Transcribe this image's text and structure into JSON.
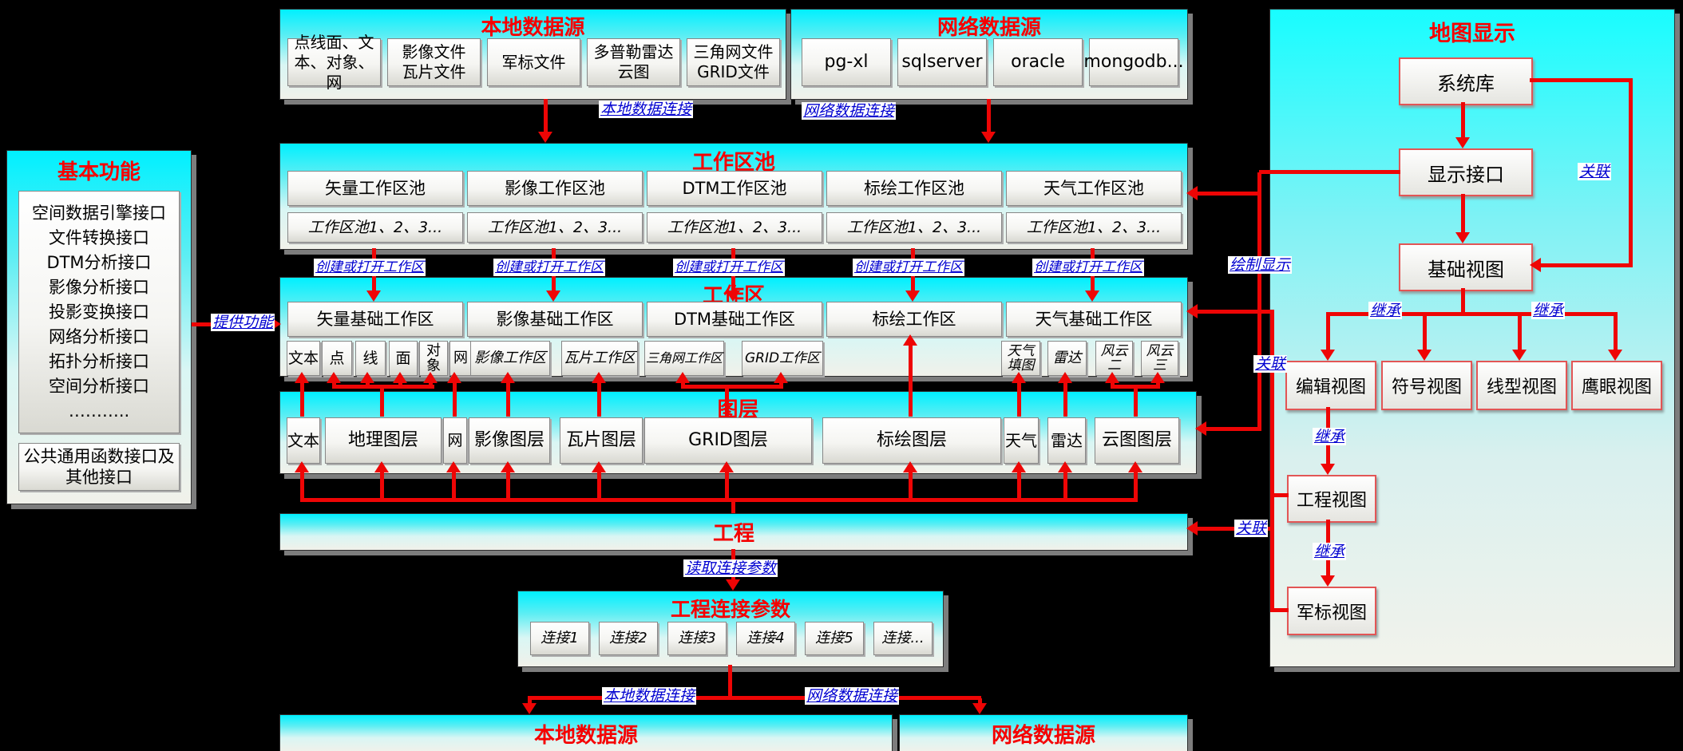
{
  "colors": {
    "accent_red": "#f50000",
    "label_blue": "#0000d0",
    "line_red": "#ee0505"
  },
  "basic_functions": {
    "title": "基本功能",
    "interfaces": [
      "空间数据引擎接口",
      "文件转换接口",
      "DTM分析接口",
      "影像分析接口",
      "投影变换接口",
      "网络分析接口",
      "拓扑分析接口",
      "空间分析接口",
      "……….."
    ],
    "footer": "公共通用函数接口及\n其他接口"
  },
  "local_source": {
    "title": "本地数据源",
    "items": [
      "点线面、文\n本、对象、网",
      "影像文件\n瓦片文件",
      "军标文件",
      "多普勒雷达\n云图",
      "三角网文件\nGRID文件"
    ]
  },
  "network_source": {
    "title": "网络数据源",
    "items": [
      "pg-xl",
      "sqlserver",
      "oracle",
      "mongodb..."
    ]
  },
  "workspace_pool": {
    "title": "工作区池",
    "pools": [
      "矢量工作区池",
      "影像工作区池",
      "DTM工作区池",
      "标绘工作区池",
      "天气工作区池"
    ],
    "instances": [
      "工作区池1、2、3...",
      "工作区池1、2、3...",
      "工作区池1、2、3...",
      "工作区池1、2、3...",
      "工作区池1、2、3..."
    ]
  },
  "workspace": {
    "title": "工作区",
    "areas": [
      "矢量基础工作区",
      "影像基础工作区",
      "DTM基础工作区",
      "标绘工作区",
      "天气基础工作区"
    ],
    "sub": [
      "文本",
      "点",
      "线",
      "面",
      "对象",
      "网",
      "影像工作区",
      "瓦片工作区",
      "三角网工作区",
      "GRID工作区",
      "天气填图",
      "雷达",
      "风云二",
      "风云三"
    ]
  },
  "layers": {
    "title": "图层",
    "items": [
      "文本",
      "地理图层",
      "网",
      "影像图层",
      "瓦片图层",
      "GRID图层",
      "标绘图层",
      "天气",
      "雷达",
      "云图图层"
    ]
  },
  "project": {
    "title": "工程"
  },
  "project_params": {
    "title": "工程连接参数",
    "items": [
      "连接1",
      "连接2",
      "连接3",
      "连接4",
      "连接5",
      "连接..."
    ]
  },
  "bottom_sources": {
    "local": "本地数据源",
    "network": "网络数据源"
  },
  "map_display": {
    "title": "地图显示",
    "system_lib": "系统库",
    "display_interface": "显示接口",
    "base_view": "基础视图",
    "edit_view": "编辑视图",
    "symbol_view": "符号视图",
    "linetype_view": "线型视图",
    "eagle_view": "鹰眼视图",
    "project_view": "工程视图",
    "military_view": "军标视图"
  },
  "edge_labels": {
    "local_conn": "本地数据连接",
    "network_conn": "网络数据连接",
    "create_open": "创建或打开工作区",
    "provide": "提供功能",
    "draw_display": "绘制显示",
    "associate": "关联",
    "inherit": "继承",
    "read_params": "读取连接参数"
  }
}
